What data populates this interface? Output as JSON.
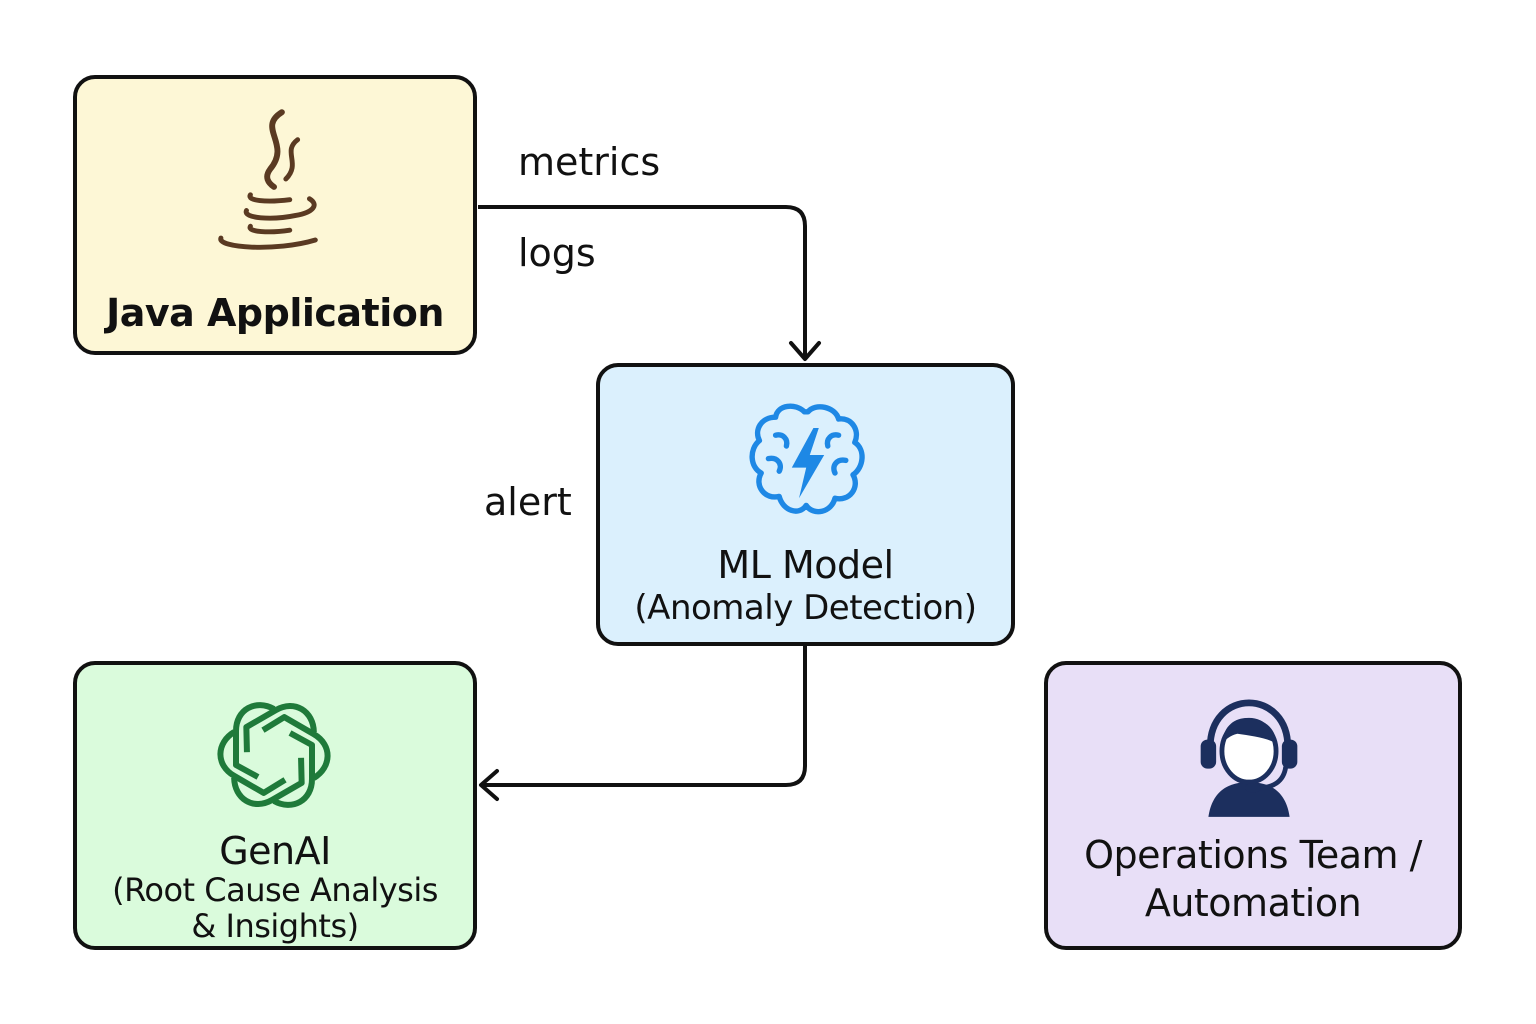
{
  "colors": {
    "java_fill": "#fdf7d6",
    "ml_fill": "#dbf0fd",
    "genai_fill": "#dafbdc",
    "ops_fill": "#e8dff7",
    "java_icon": "#5a3a22",
    "ml_icon": "#1e88e5",
    "genai_icon": "#1f7a3a",
    "ops_icon": "#1c2f5e",
    "stroke": "#111111"
  },
  "nodes": {
    "java": {
      "icon": "java-coffee-cup-icon",
      "title": "Java Application"
    },
    "ml": {
      "icon": "brain-lightning-icon",
      "title": "ML Model",
      "subtitle": "(Anomaly Detection)"
    },
    "genai": {
      "icon": "openai-knot-icon",
      "title": "GenAI",
      "subtitle_line1": "(Root Cause Analysis",
      "subtitle_line2": "& Insights)"
    },
    "ops": {
      "icon": "headset-operator-icon",
      "title_line1": "Operations Team /",
      "title_line2": "Automation"
    }
  },
  "edges": {
    "java_to_ml": {
      "label_top": "metrics",
      "label_bottom": "logs"
    },
    "ml_to_genai": {
      "label": "alert"
    }
  }
}
